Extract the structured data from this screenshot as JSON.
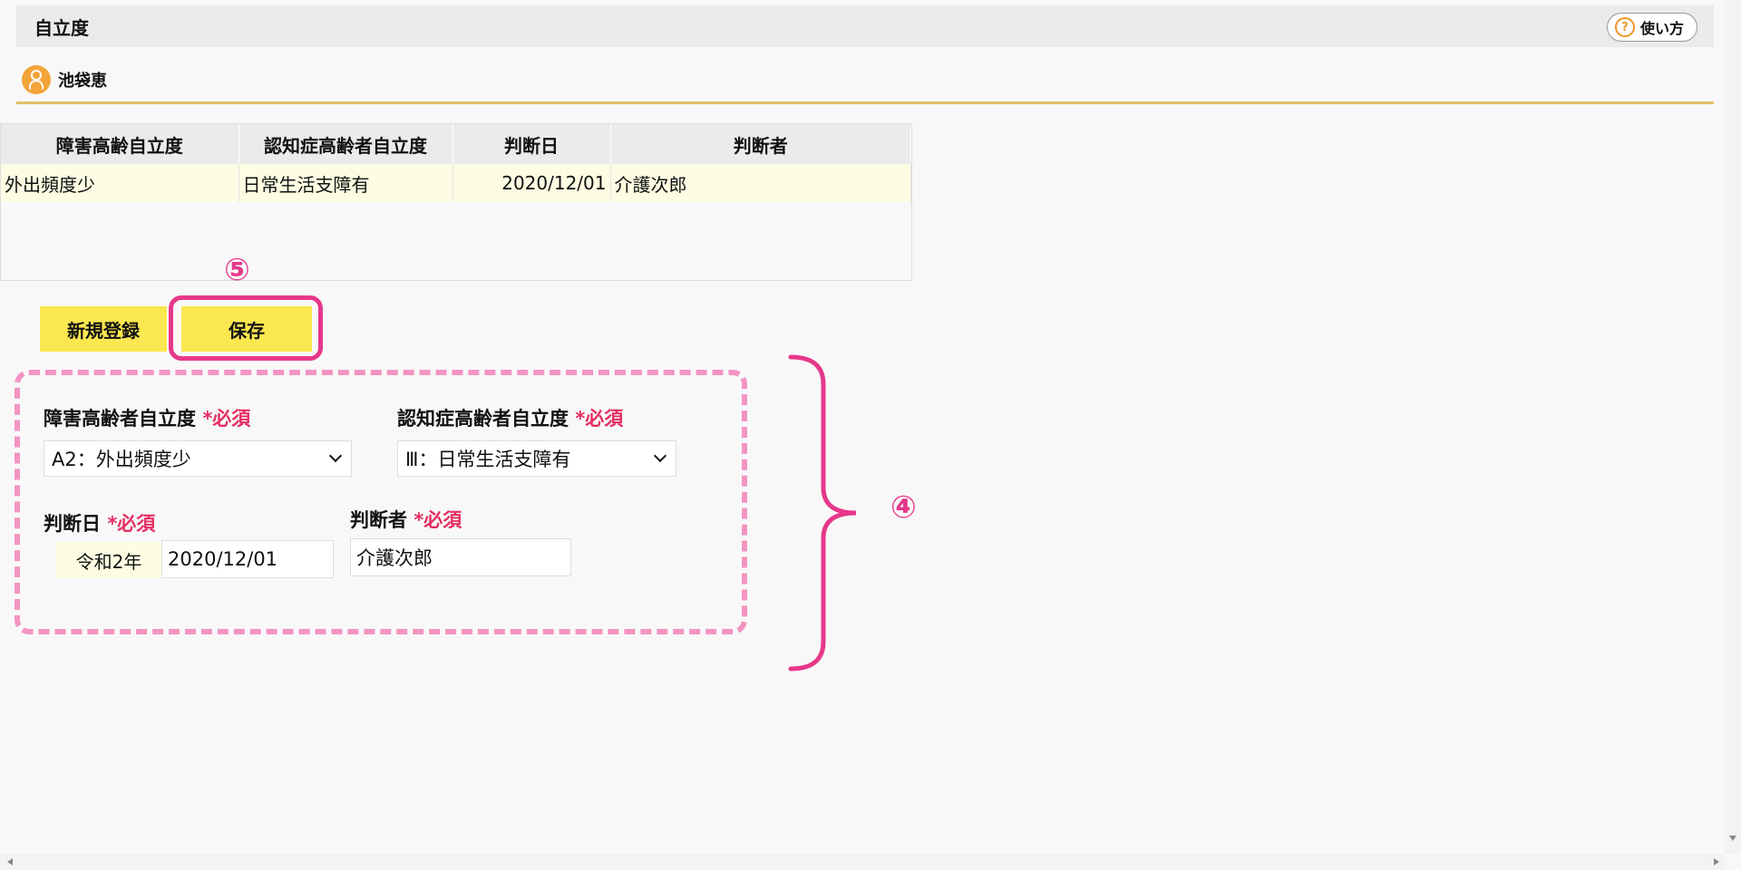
{
  "header": {
    "title": "自立度",
    "help_label": "使い方",
    "help_icon": "?"
  },
  "user": {
    "name": "池袋恵",
    "icon": "user-icon"
  },
  "summary_table": {
    "columns": [
      "障害高齢自立度",
      "認知症高齢者自立度",
      "判断日",
      "判断者"
    ],
    "rows": [
      [
        "外出頻度少",
        "日常生活支障有",
        "2020/12/01",
        "介護次郎"
      ]
    ]
  },
  "annotations": {
    "mark_5": "⑤",
    "mark_4": "④",
    "color": "#e6388a"
  },
  "buttons": {
    "new_label": "新規登録",
    "save_label": "保存",
    "color": "#fbe74f"
  },
  "form": {
    "disability_label": "障害高齢者自立度",
    "dementia_label": "認知症高齢者自立度",
    "date_label": "判断日",
    "judge_label": "判断者",
    "required_mark": "*必須",
    "disability_value": "A2：外出頻度少",
    "dementia_value": "Ⅲ：日常生活支障有",
    "era_label": "令和2年",
    "date_value": "2020/12/01",
    "judge_value": "介護次郎"
  }
}
